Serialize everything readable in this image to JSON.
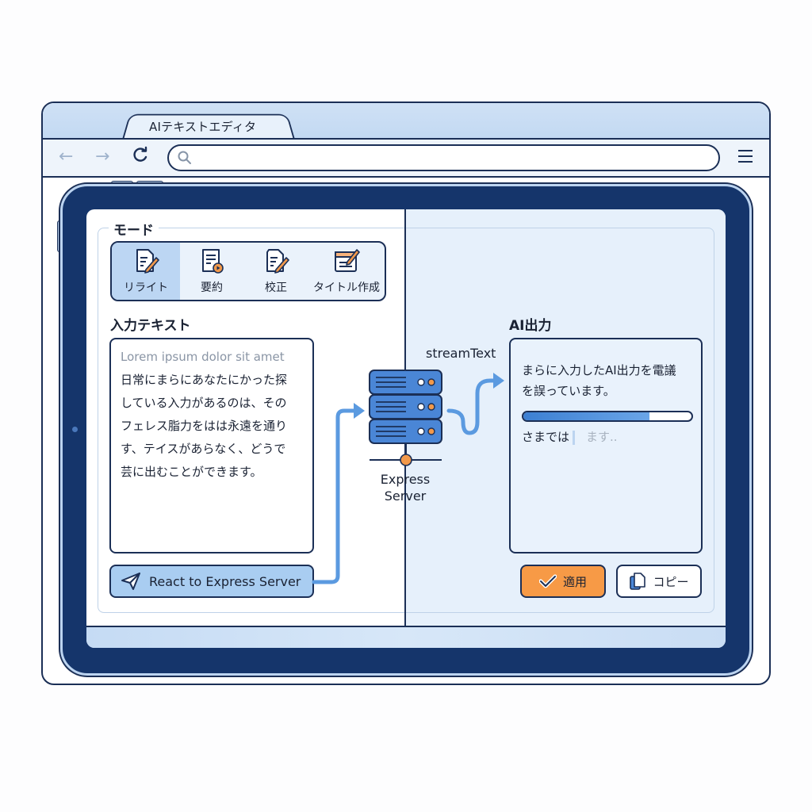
{
  "browser": {
    "tab_title": "AIテキストエディタ",
    "nav": {
      "back_icon": "arrow-left-icon",
      "forward_icon": "arrow-right-icon",
      "reload_icon": "reload-icon",
      "back_glyph": "←",
      "forward_glyph": "→",
      "reload_glyph": "C"
    },
    "url_bar": {
      "value": "",
      "icon": "search-icon"
    },
    "menu_icon": "hamburger-menu-icon"
  },
  "app": {
    "mode": {
      "label": "モード",
      "items": [
        {
          "label": "リライト",
          "icon": "document-edit-icon",
          "active": true
        },
        {
          "label": "要約",
          "icon": "document-summary-icon",
          "active": false
        },
        {
          "label": "校正",
          "icon": "document-proofread-icon",
          "active": false
        },
        {
          "label": "タイトル作成",
          "icon": "title-edit-icon",
          "active": false
        }
      ]
    },
    "input": {
      "title": "入力テキスト",
      "placeholder": "Lorem ipsum dolor sit amet",
      "lines": [
        "日常にまらにあなたにかった探",
        "している入力があるのは、その",
        "フェレス脂力をはは永遠を通り",
        "す、テイスがあらなく、どうで",
        "芸に出むことができます。"
      ]
    },
    "send_button": {
      "label": "React to Express Server",
      "icon": "paper-plane-icon"
    },
    "diagram": {
      "stream_label": "streamText",
      "server_label_line1": "Express",
      "server_label_line2": "Server",
      "server_icon": "server-rack-icon",
      "colors": {
        "server": "#4a86d6",
        "arrow": "#5b9ae0",
        "accent": "#f2994a"
      }
    },
    "output": {
      "title": "AI出力",
      "lines": [
        "まらに入力したAI出力を電議",
        "を誤っています。"
      ],
      "progress_percent": 75,
      "stream_text": "さまでは",
      "stream_pending": "ます.."
    },
    "apply_button": {
      "label": "適用",
      "icon": "checkmark-icon",
      "color": "#f79a46"
    },
    "copy_button": {
      "label": "コピー",
      "icon": "copy-icon"
    }
  }
}
